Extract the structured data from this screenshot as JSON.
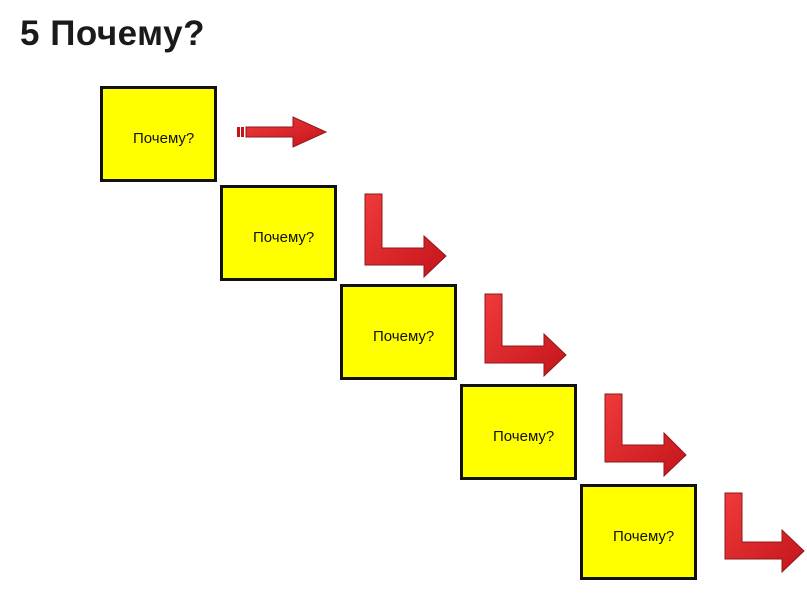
{
  "title": "5 Почему?",
  "steps": [
    {
      "label": "Почему?"
    },
    {
      "label": "Почему?"
    },
    {
      "label": "Почему?"
    },
    {
      "label": "Почему?"
    },
    {
      "label": "Почему?"
    }
  ],
  "colors": {
    "box_fill": "#ffff00",
    "box_border": "#111111",
    "arrow_fill": "#e31b23",
    "arrow_edge": "#8c1a1a"
  },
  "icons": {
    "first_arrow": "right-arrow-icon",
    "step_arrow": "l-turn-arrow-icon"
  }
}
